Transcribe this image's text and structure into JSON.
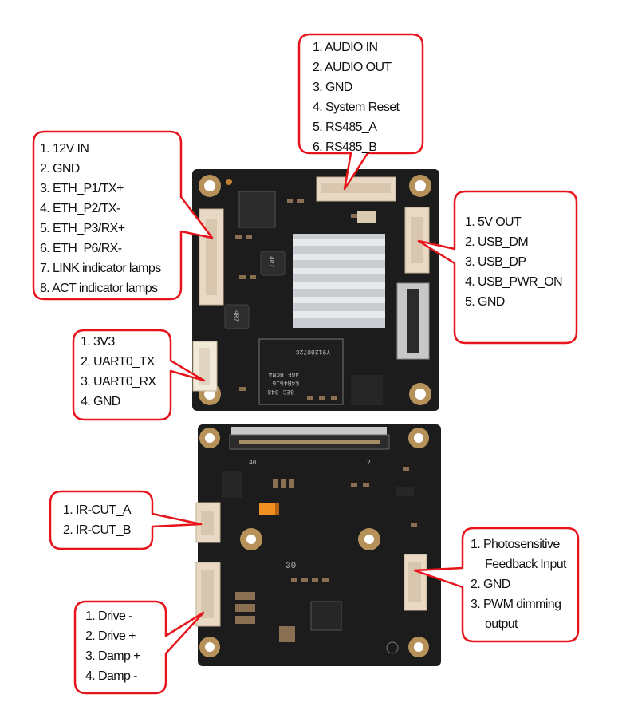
{
  "colors": {
    "callout_border": "#e8141b",
    "pcb": "#1a1a1a",
    "connector": "#e9d9c4",
    "pad_gold": "#b6925a",
    "heatsink": "#c9ccd1",
    "tantalum": "#f28f22"
  },
  "top_board": {
    "markings": [
      "4R7",
      "4R7",
      "SEC 843",
      "K4B4G16",
      "46E BCMA",
      "Y9128072C"
    ],
    "callouts": {
      "audio": {
        "items": [
          "1. AUDIO IN",
          "2. AUDIO OUT",
          "3. GND",
          "4. System Reset",
          "5. RS485_A",
          "6. RS485_B"
        ]
      },
      "power_eth": {
        "items": [
          "1. 12V IN",
          "2. GND",
          "3. ETH_P1/TX+",
          "4. ETH_P2/TX-",
          "5. ETH_P3/RX+",
          "6. ETH_P6/RX-",
          "7. LINK indicator lamps",
          "8. ACT indicator lamps"
        ]
      },
      "usb": {
        "items": [
          "1. 5V OUT",
          "2. USB_DM",
          "3. USB_DP",
          "4. USB_PWR_ON",
          "5. GND"
        ]
      },
      "uart": {
        "items": [
          "1. 3V3",
          "2. UART0_TX",
          "3. UART0_RX",
          "4. GND"
        ]
      }
    }
  },
  "bottom_board": {
    "markings": [
      "40",
      "2",
      "30"
    ],
    "callouts": {
      "ircut": {
        "items": [
          "1. IR-CUT_A",
          "2. IR-CUT_B"
        ]
      },
      "motor": {
        "items": [
          "1. Drive -",
          "2. Drive +",
          "3. Damp +",
          "4. Damp -"
        ]
      },
      "light": {
        "items": [
          "1. Photosensitive",
          "Feedback Input",
          "2. GND",
          "3. PWM dimming",
          "output"
        ]
      }
    }
  }
}
